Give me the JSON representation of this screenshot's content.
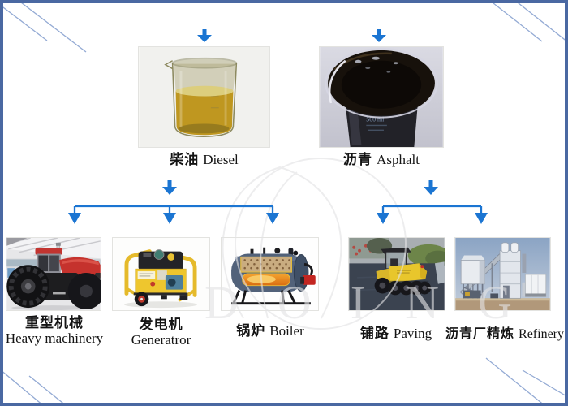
{
  "diagram": {
    "products": [
      {
        "zh": "柴油",
        "en": "Diesel"
      },
      {
        "zh": "沥青",
        "en": "Asphalt"
      }
    ],
    "applications": [
      {
        "zh": "重型机械",
        "en": "Heavy machinery"
      },
      {
        "zh": "发电机",
        "en": "Generatror"
      },
      {
        "zh": "锅炉",
        "en": "Boiler"
      },
      {
        "zh": "铺路",
        "en": "Paving"
      },
      {
        "zh": "沥青厂精炼",
        "en": "Refinery"
      }
    ]
  },
  "photos": {
    "diesel": {
      "alt": "beaker of yellow diesel oil"
    },
    "asphalt": {
      "alt": "beaker of black asphalt",
      "beaker_marking": "500 ml"
    },
    "heavy_machinery": {
      "alt": "red tractor in exhibition hall"
    },
    "generator": {
      "alt": "yellow portable generator"
    },
    "boiler": {
      "alt": "cutaway industrial oil boiler"
    },
    "paving": {
      "alt": "yellow pneumatic roller paving asphalt"
    },
    "refinery": {
      "alt": "asphalt mixing refinery plant"
    }
  },
  "watermark": {
    "text": "DOING"
  },
  "colors": {
    "page_bg": "#ffffff",
    "frame": "#4a68a2",
    "arrow": "#1b75d2",
    "corner_line": "#93aad4",
    "label_ink": "#141414",
    "watermark_ink": "#e3e3e5"
  }
}
